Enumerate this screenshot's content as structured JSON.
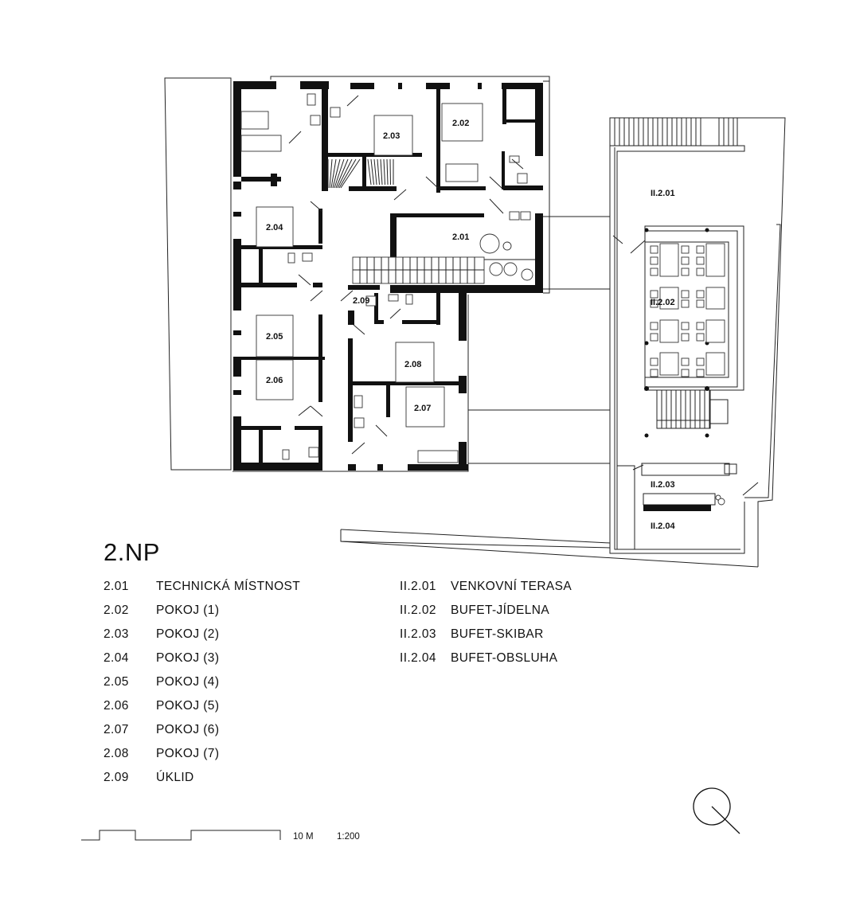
{
  "plan": {
    "title": "2.NP",
    "room_labels": {
      "r201": "2.01",
      "r202": "2.02",
      "r203": "2.03",
      "r204": "2.04",
      "r205": "2.05",
      "r206": "2.06",
      "r207": "2.07",
      "r208": "2.08",
      "r209": "2.09",
      "t201": "II.2.01",
      "t202": "II.2.02",
      "t203": "II.2.03",
      "t204": "II.2.04"
    }
  },
  "legend": {
    "left": [
      {
        "num": "2.01",
        "name": "TECHNICKÁ MÍSTNOST"
      },
      {
        "num": "2.02",
        "name": "POKOJ (1)"
      },
      {
        "num": "2.03",
        "name": "POKOJ (2)"
      },
      {
        "num": "2.04",
        "name": "POKOJ (3)"
      },
      {
        "num": "2.05",
        "name": "POKOJ (4)"
      },
      {
        "num": "2.06",
        "name": "POKOJ (5)"
      },
      {
        "num": "2.07",
        "name": "POKOJ (6)"
      },
      {
        "num": "2.08",
        "name": "POKOJ (7)"
      },
      {
        "num": "2.09",
        "name": "ÚKLID"
      }
    ],
    "right": [
      {
        "num": "II.2.01",
        "name": "VENKOVNÍ TERASA"
      },
      {
        "num": "II.2.02",
        "name": "BUFET-JÍDELNA"
      },
      {
        "num": "II.2.03",
        "name": "BUFET-SKIBAR"
      },
      {
        "num": "II.2.04",
        "name": "BUFET-OBSLUHA"
      }
    ]
  },
  "scale_bar": {
    "length_label": "10 M",
    "ratio": "1:200"
  },
  "north_arrow_icon": "north-arrow-icon"
}
